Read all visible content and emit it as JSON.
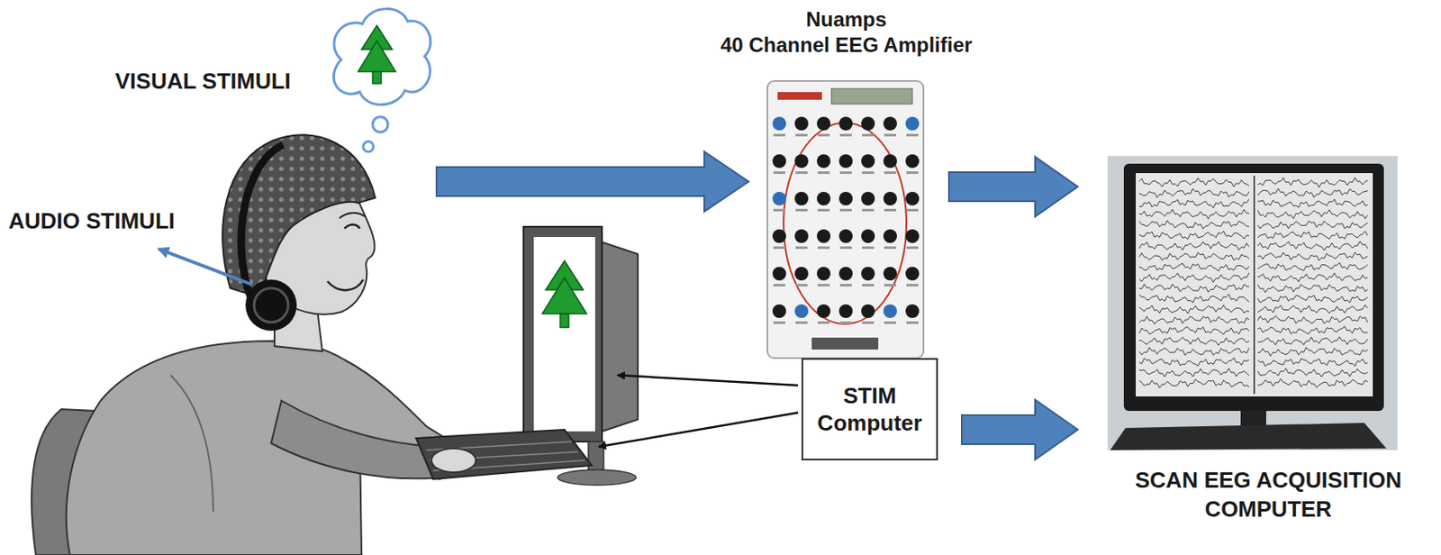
{
  "diagram": {
    "nodes": [
      {
        "text": [
          "Nuamps",
          "40 Channel EEG Amplifier"
        ]
      },
      {
        "text": [
          "STIM Computer"
        ]
      },
      {
        "text": [
          "SCAN EEG ACQUISITION COMPUTER"
        ]
      }
    ],
    "edges": [
      {
        "from": 0,
        "to": 2,
        "arrow": "to"
      },
      {
        "from": 1,
        "to": 2,
        "arrow": "to"
      }
    ],
    "labels": [
      "VISUAL STIMULI",
      "AUDIO STIMULI"
    ]
  }
}
